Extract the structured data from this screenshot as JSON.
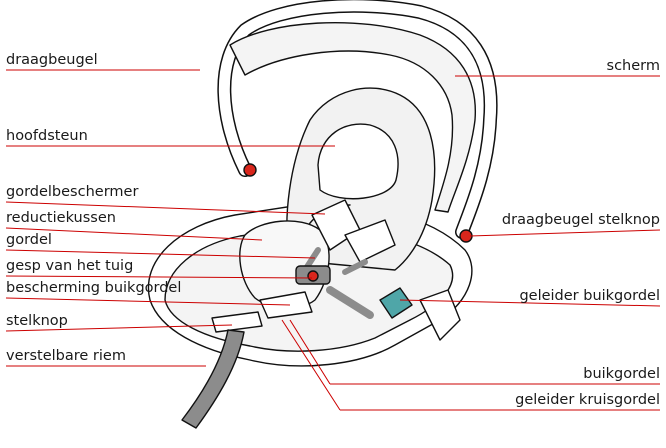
{
  "colors": {
    "line": "#cc0000",
    "outline": "#111111",
    "fill": "#ffffff",
    "fabric": "#f2f2f2",
    "strap": "#8c8c8c",
    "accent_red": "#d9261c",
    "accent_teal": "#4fa6a8"
  },
  "labels_left": [
    {
      "id": "draagbeugel",
      "text": "draagbeugel"
    },
    {
      "id": "hoofdsteun",
      "text": "hoofdsteun"
    },
    {
      "id": "gordelbeschermer",
      "text": "gordelbeschermer"
    },
    {
      "id": "reductiekussen",
      "text": "reductiekussen"
    },
    {
      "id": "gordel",
      "text": "gordel"
    },
    {
      "id": "gesp",
      "text": "gesp van het tuig"
    },
    {
      "id": "bescherming",
      "text": "bescherming buikgordel"
    },
    {
      "id": "stelknop",
      "text": "stelknop"
    },
    {
      "id": "verstelbare",
      "text": "verstelbare riem"
    }
  ],
  "labels_right": [
    {
      "id": "scherm",
      "text": "scherm"
    },
    {
      "id": "draagbeugel-stelknop",
      "text": "draagbeugel stelknop"
    },
    {
      "id": "geleider-buikgordel",
      "text": "geleider buikgordel"
    },
    {
      "id": "buikgordel",
      "text": "buikgordel"
    },
    {
      "id": "geleider-kruisgordel",
      "text": "geleider kruisgordel"
    }
  ]
}
